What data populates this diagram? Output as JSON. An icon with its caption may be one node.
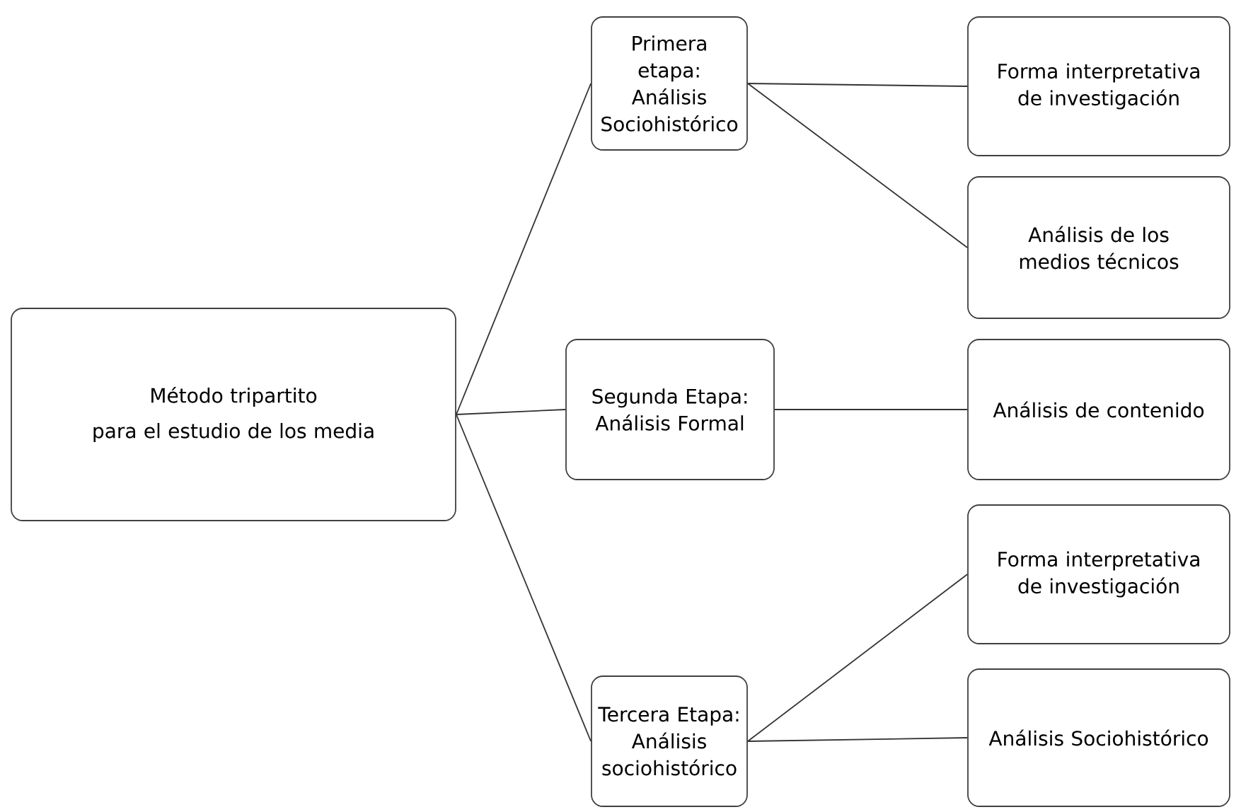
{
  "diagram": {
    "nodes": [
      {
        "text": [
          "Método tripartito",
          "para el estudio de los media"
        ]
      },
      {
        "text": [
          "Primera etapa: Análisis Sociohistórico"
        ]
      },
      {
        "text": [
          "Segunda Etapa: Análisis Formal"
        ]
      },
      {
        "text": [
          "Tercera Etapa: Análisis sociohistórico"
        ]
      },
      {
        "text": [
          "Forma interpretativa de investigación"
        ]
      },
      {
        "text": [
          "Análisis de los medios técnicos"
        ]
      },
      {
        "text": [
          "Análisis de contenido"
        ]
      },
      {
        "text": [
          "Forma interpretativa de investigación"
        ]
      },
      {
        "text": [
          "Análisis Sociohistórico"
        ]
      }
    ],
    "edges": [
      {
        "from": 0,
        "to": 1,
        "arrow": "none"
      },
      {
        "from": 0,
        "to": 2,
        "arrow": "none"
      },
      {
        "from": 0,
        "to": 3,
        "arrow": "none"
      },
      {
        "from": 1,
        "to": 4,
        "arrow": "none"
      },
      {
        "from": 1,
        "to": 5,
        "arrow": "none"
      },
      {
        "from": 2,
        "to": 6,
        "arrow": "none"
      },
      {
        "from": 3,
        "to": 7,
        "arrow": "none"
      },
      {
        "from": 3,
        "to": 8,
        "arrow": "none"
      }
    ]
  }
}
